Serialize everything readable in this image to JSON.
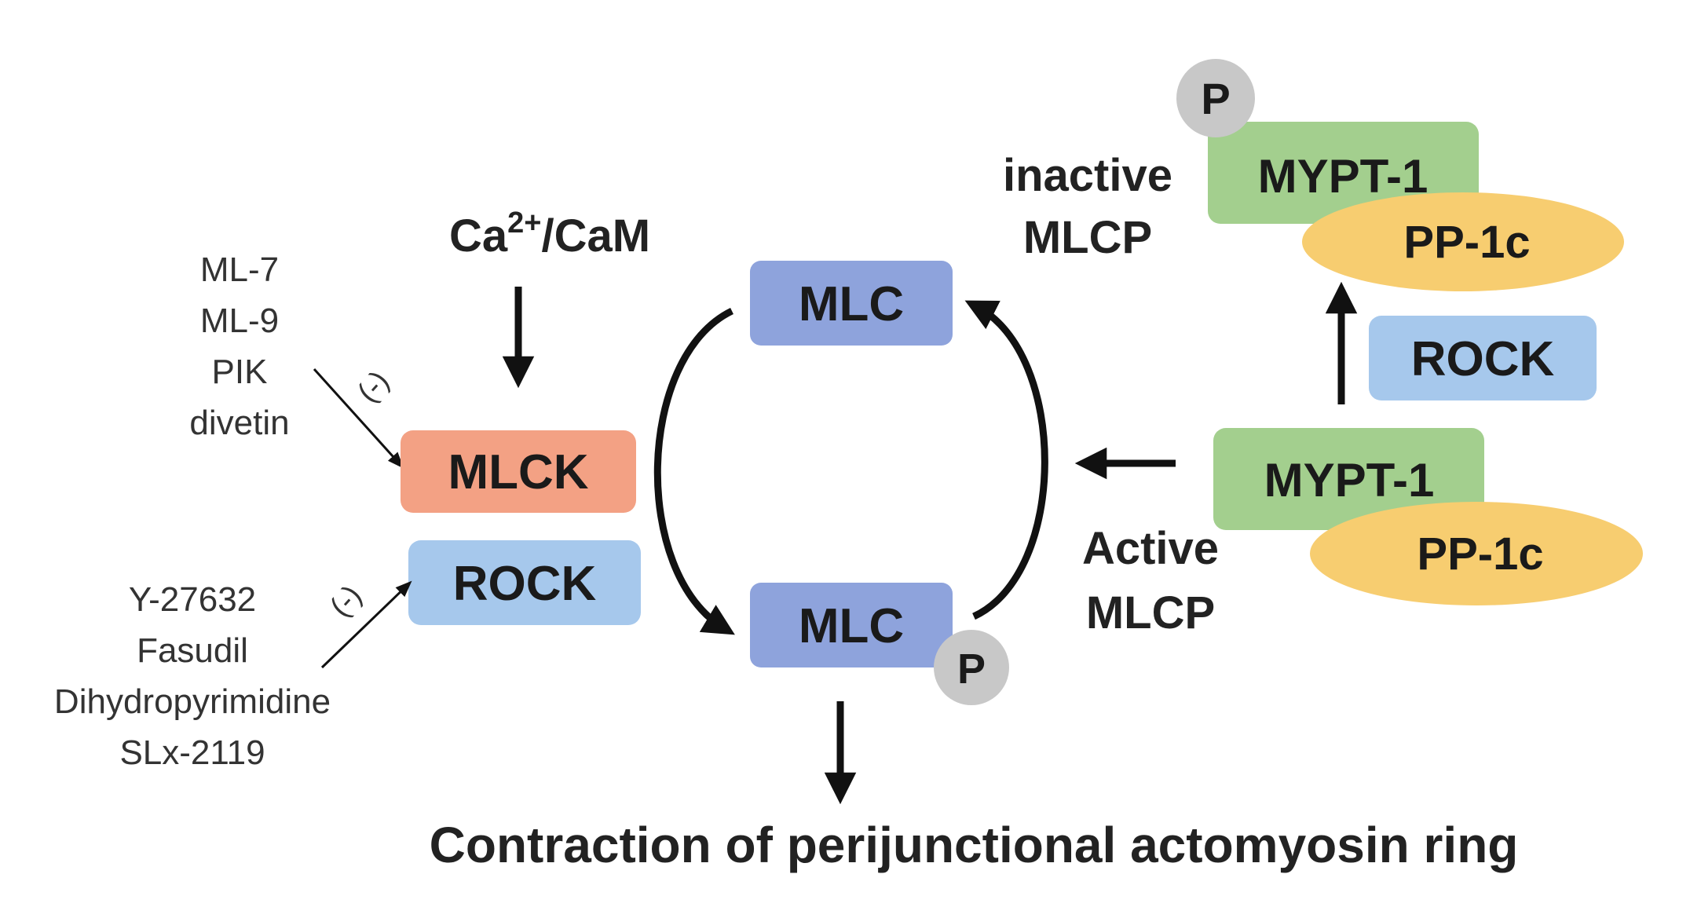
{
  "colors": {
    "mlc": "#8ea3dc",
    "mlck": "#f3a184",
    "rock": "#a6c8ec",
    "mypt": "#a3cf8e",
    "pp1c": "#f7cd70",
    "phosphate": "#c8c8c8",
    "arrow": "#111111"
  },
  "labels": {
    "ca_cam": {
      "base": "Ca",
      "sup": "2+",
      "rest": "/CaM"
    },
    "inactive_mlcp": [
      "inactive",
      "MLCP"
    ],
    "active_mlcp": [
      "Active",
      "MLCP"
    ],
    "contraction": "Contraction of perijunctional actomyosin ring",
    "inhibitor_sign": "(-)"
  },
  "nodes": {
    "mlc_top": "MLC",
    "mlc_bottom": "MLC",
    "mlc_phosphate": "P",
    "mlck": "MLCK",
    "rock_left": "ROCK",
    "rock_right": "ROCK",
    "mypt_inactive": "MYPT-1",
    "pp1c_inactive": "PP-1c",
    "mypt_phosphate": "P",
    "mypt_active": "MYPT-1",
    "pp1c_active": "PP-1c"
  },
  "inhibitors": {
    "mlck": [
      "ML-7",
      "ML-9",
      "PIK",
      "divetin"
    ],
    "rock": [
      "Y-27632",
      "Fasudil",
      "Dihydropyrimidine",
      "SLx-2119"
    ]
  }
}
